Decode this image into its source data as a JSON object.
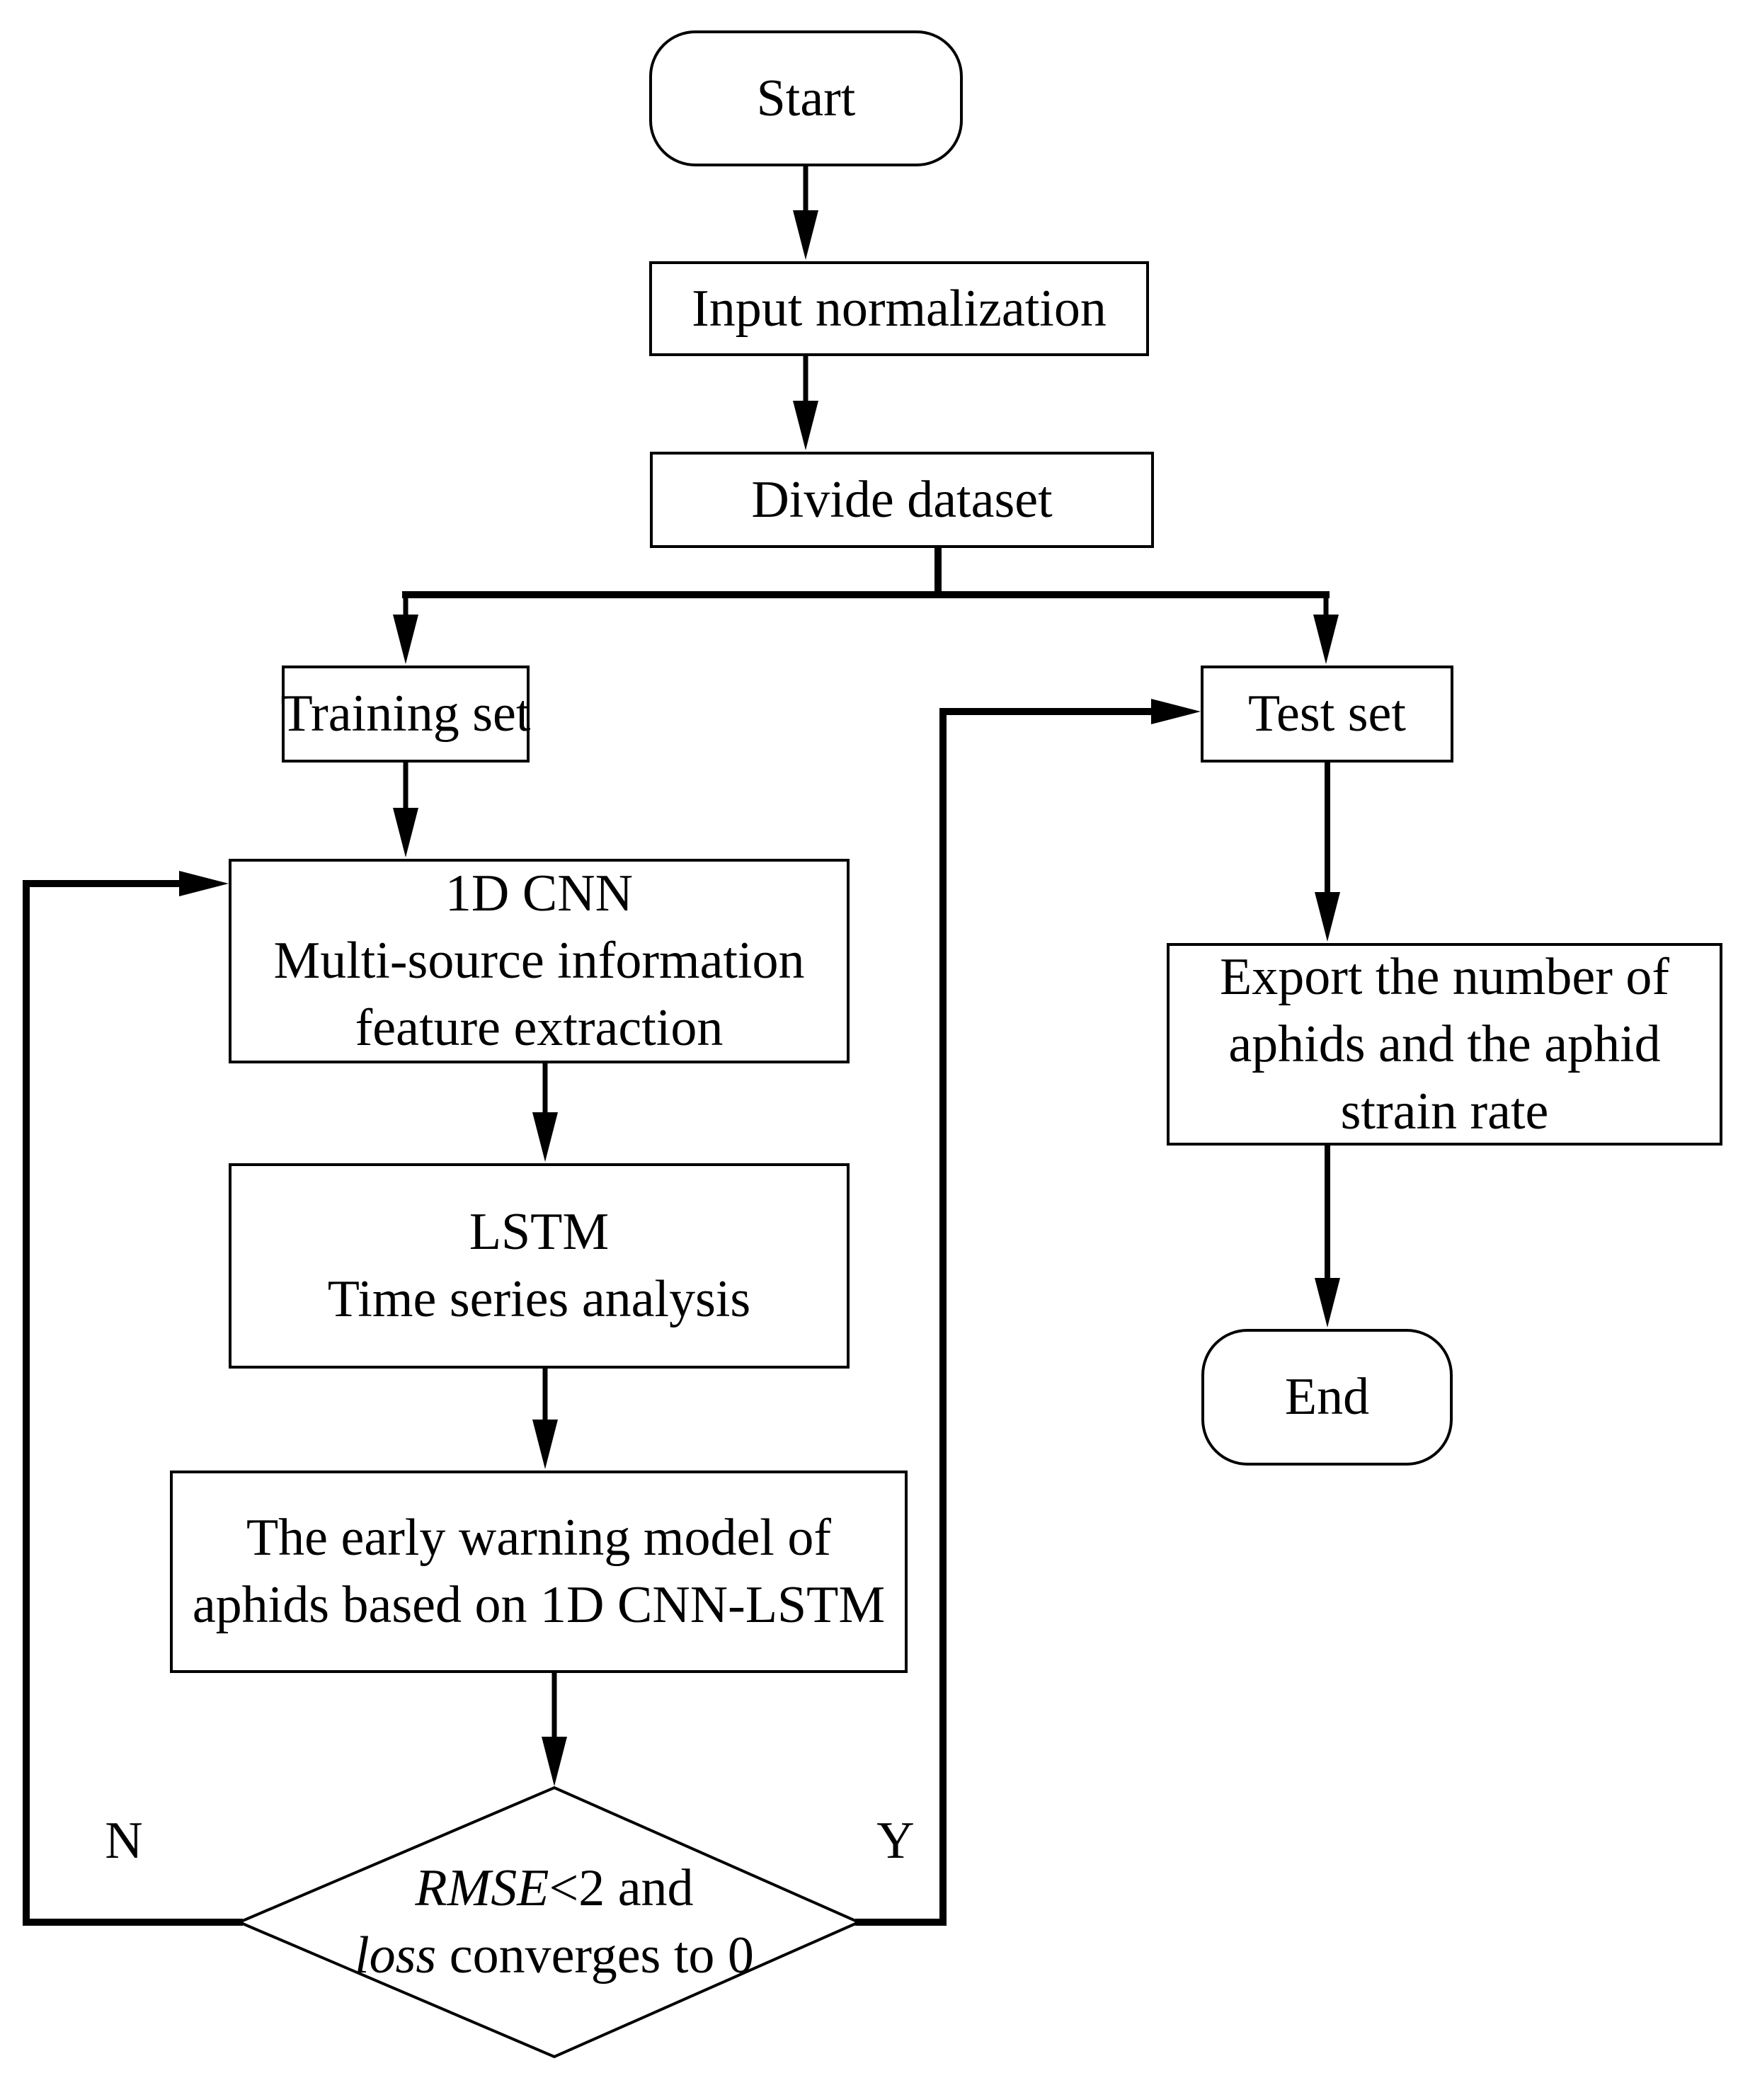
{
  "figure": {
    "background_color": "#ffffff",
    "stroke_color": "#000000"
  },
  "nodes": {
    "start": {
      "label": "Start",
      "shape": "terminator"
    },
    "input_normalization": {
      "label": "Input normalization",
      "shape": "process"
    },
    "divide_dataset": {
      "label": "Divide dataset",
      "shape": "process"
    },
    "training_set": {
      "label": "Training set",
      "shape": "process"
    },
    "test_set": {
      "label": "Test set",
      "shape": "process"
    },
    "cnn": {
      "shape": "process",
      "lines": [
        "1D CNN",
        "Multi-source information",
        "feature extraction"
      ]
    },
    "lstm": {
      "shape": "process",
      "lines": [
        "LSTM",
        "Time series analysis"
      ]
    },
    "warning_model": {
      "shape": "process",
      "lines": [
        "The early warning model of",
        "aphids based on 1D CNN-LSTM"
      ]
    },
    "decision": {
      "shape": "diamond",
      "line1_italic": "RMSE",
      "line1_rest": "<2 and",
      "line2_italic": "loss",
      "line2_rest": " converges to 0"
    },
    "export_results": {
      "shape": "process",
      "lines": [
        "Export the number of",
        "aphids and the aphid",
        "strain rate"
      ]
    },
    "end": {
      "label": "End",
      "shape": "terminator"
    }
  },
  "edge_labels": {
    "no": "N",
    "yes": "Y"
  }
}
